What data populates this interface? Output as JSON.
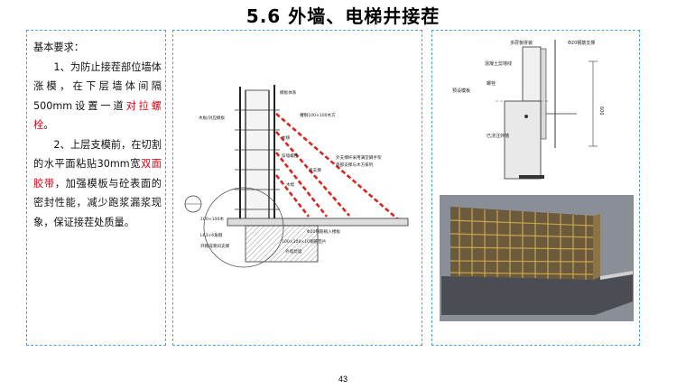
{
  "title": "5.6 外墙、电梯井接茬",
  "requirements": {
    "heading": "基本要求：",
    "item1_a": "1、为防止接茬部位墙体涨模，在下层墙体间隔500mm设置一道",
    "item1_red": "对拉螺栓",
    "item1_b": "。",
    "item2_a": "2、上层支模前，在切割的水平面粘贴30mm宽",
    "item2_red": "双面胶带",
    "item2_b": "，加强模板与砼表面的密封性能，减少跑浆漏浆现象，保证接茬处质量。"
  },
  "middle_diagram": {
    "labels": {
      "l1": "模板体系",
      "l2": "槽钢100×100木方",
      "l3": "木板/对应模板",
      "l4": "木楞",
      "l5": "穿墙螺栓",
      "l6": "斜支撑",
      "l7": "木楔",
      "l8": "外支撑杆采用满堂脚手架",
      "l9": "底部支撑与木方排列",
      "l10": "Φ20钢筋植入楼板",
      "l11": "100×100木",
      "l12": "100×100×10钢筋垫片",
      "l13": "L63×6角钢",
      "l14": "开模成束斜支撑",
      "l15": "外墙剪墙"
    }
  },
  "right_diagram": {
    "labels": {
      "multi_layer_board": "多层板拼装",
      "bar_support": "Φ20钢筋支撑",
      "concrete_face": "混凝土剪墙线",
      "edge_formwork": "预设模板",
      "bolt": "螺栓",
      "poured_wall": "已浇注外墙",
      "dimension": "600"
    }
  },
  "page_number": "43",
  "colors": {
    "border": "#4aa3d8",
    "red_text": "#e60012",
    "brace_red": "#d7261e"
  }
}
